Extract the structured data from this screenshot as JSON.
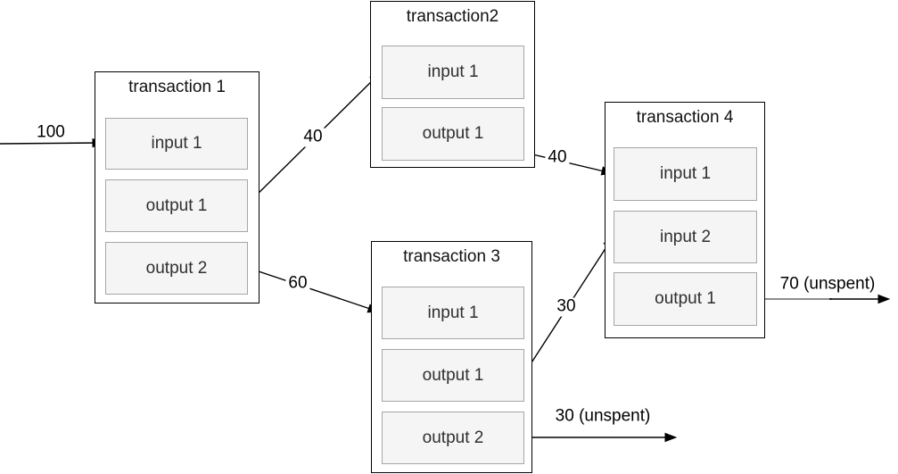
{
  "diagram": {
    "transactions": [
      {
        "title": "transaction 1",
        "slots": [
          "input 1",
          "output 1",
          "output 2"
        ]
      },
      {
        "title": "transaction2",
        "slots": [
          "input 1",
          "output 1"
        ]
      },
      {
        "title": "transaction 3",
        "slots": [
          "input 1",
          "output 1",
          "output 2"
        ]
      },
      {
        "title": "transaction 4",
        "slots": [
          "input 1",
          "input 2",
          "output 1"
        ]
      }
    ],
    "edges": [
      {
        "label": "100",
        "from": "external-left",
        "to": "transaction 1 / input 1"
      },
      {
        "label": "40",
        "from": "transaction 1 / output 1",
        "to": "transaction2 / input 1"
      },
      {
        "label": "60",
        "from": "transaction 1 / output 2",
        "to": "transaction 3 / input 1"
      },
      {
        "label": "40",
        "from": "transaction2 / output 1",
        "to": "transaction 4 / input 1"
      },
      {
        "label": "30",
        "from": "transaction 3 / output 1",
        "to": "transaction 4 / input 2"
      },
      {
        "label": "70 (unspent)",
        "from": "transaction 4 / output 1",
        "to": "external-right"
      },
      {
        "label": "30 (unspent)",
        "from": "transaction 3 / output 2",
        "to": "external-right"
      }
    ],
    "colors": {
      "background": "#ffffff",
      "box_border": "#000000",
      "slot_fill": "#f5f5f5",
      "slot_border": "#a6a6a6",
      "arrow": "#000000",
      "arrow_secondary": "#8c8c8c",
      "text": "#000000"
    }
  }
}
